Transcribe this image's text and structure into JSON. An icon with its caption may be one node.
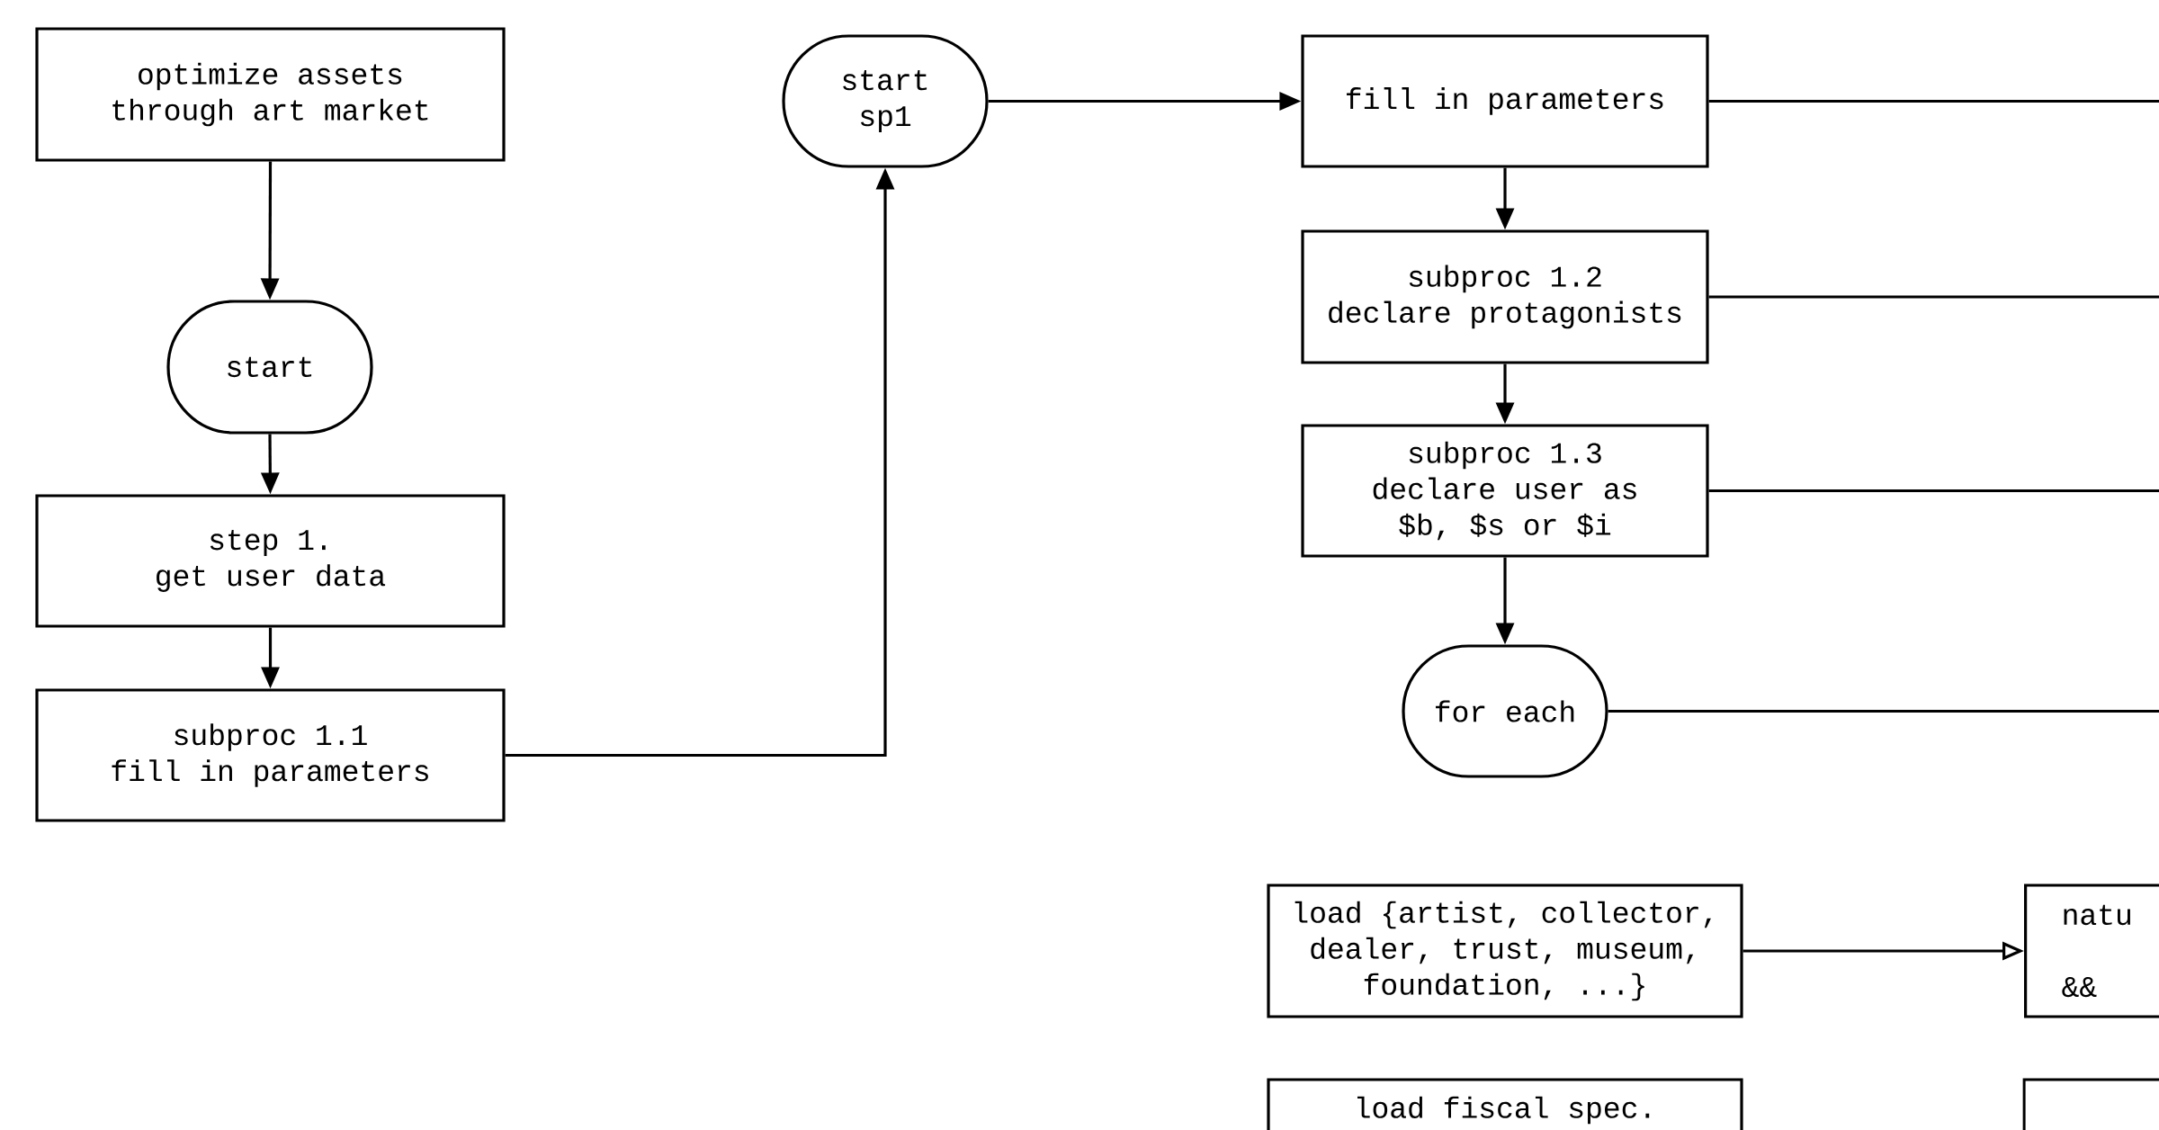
{
  "diagram": {
    "nodes": [
      {
        "text": [
          "optimize assets through art market"
        ]
      },
      {
        "text": [
          "start"
        ]
      },
      {
        "text": [
          "step 1.",
          "get user data"
        ]
      },
      {
        "text": [
          "subproc 1.1",
          "fill in parameters"
        ]
      },
      {
        "text": [
          "start",
          "sp1"
        ]
      },
      {
        "text": [
          "fill in parameters"
        ]
      },
      {
        "text": [
          "subproc 1.2",
          "declare protagonists"
        ]
      },
      {
        "text": [
          "subproc 1.3",
          "declare user as $b, $s or $i"
        ]
      },
      {
        "text": [
          "for each"
        ]
      },
      {
        "text": [
          "load {artist, collector, dealer, trust, museum, foundation, ...}"
        ]
      },
      {
        "text": [
          "natu",
          "&&"
        ]
      },
      {
        "text": [
          "load fiscal spec."
        ]
      },
      {
        "text": [],
        "shape": "box"
      }
    ],
    "edges": [
      {
        "from": 0,
        "to": 1,
        "arrow": "to"
      },
      {
        "from": 1,
        "to": 2,
        "arrow": "to"
      },
      {
        "from": 2,
        "to": 3,
        "arrow": "to"
      },
      {
        "from": 3,
        "to": 4,
        "arrow": "to"
      },
      {
        "from": 4,
        "to": 5,
        "arrow": "to"
      },
      {
        "from": 5,
        "to": 6,
        "arrow": "to"
      },
      {
        "from": 6,
        "to": 7,
        "arrow": "to"
      },
      {
        "from": 7,
        "to": 8,
        "arrow": "to"
      },
      {
        "from": 5,
        "to": null,
        "arrow": "none"
      },
      {
        "from": 6,
        "to": null,
        "arrow": "none"
      },
      {
        "from": 7,
        "to": null,
        "arrow": "none"
      },
      {
        "from": 8,
        "to": null,
        "arrow": "none"
      },
      {
        "from": 9,
        "to": 10,
        "arrow": "to"
      }
    ]
  }
}
